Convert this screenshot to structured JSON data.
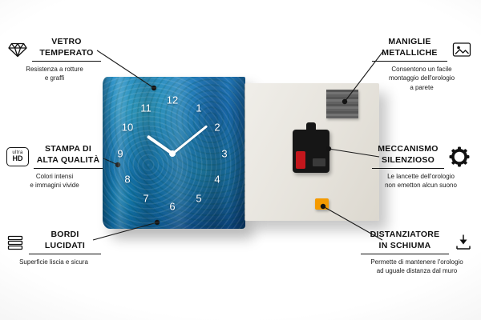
{
  "clock": {
    "numerals": [
      "1",
      "2",
      "3",
      "4",
      "5",
      "6",
      "7",
      "8",
      "9",
      "10",
      "11",
      "12"
    ]
  },
  "callouts": {
    "vetro": {
      "icon": "diamond-icon",
      "title": [
        "VETRO",
        "TEMPERATO"
      ],
      "desc": [
        "Resistenza a rotture",
        "e graffi"
      ]
    },
    "stampa": {
      "icon": "ultra-hd-icon",
      "icon_text_top": "ultra",
      "icon_text_bottom": "HD",
      "title": [
        "STAMPA DI",
        "ALTA QUALITÀ"
      ],
      "desc": [
        "Colori intensi",
        "e immagini vivide"
      ]
    },
    "bordi": {
      "icon": "stacked-layers-icon",
      "title": [
        "BORDI",
        "LUCIDATI"
      ],
      "desc": [
        "Superficie liscia e sicura"
      ]
    },
    "maniglie": {
      "icon": "picture-frame-icon",
      "title": [
        "MANIGLIE",
        "METALLICHE"
      ],
      "desc": [
        "Consentono un facile",
        "montaggio dell'orologio",
        "a parete"
      ]
    },
    "meccanismo": {
      "icon": "gear-icon",
      "title": [
        "MECCANISMO",
        "SILENZIOSO"
      ],
      "desc": [
        "Le lancette dell'orologio",
        "non emetton alcun suono"
      ]
    },
    "distanziatore": {
      "icon": "down-arrow-spacer-icon",
      "title": [
        "DISTANZIATORE",
        "IN SCHIUMA"
      ],
      "desc": [
        "Permette di mantenere l'orologio",
        "ad uguale distanza dal muro"
      ]
    }
  },
  "colors": {
    "clock_pattern_blue": "#1a6bad",
    "foam_spacer_orange": "#f59a00",
    "battery_red": "#c3161c",
    "back_panel_gray": "#e6e3dc"
  }
}
